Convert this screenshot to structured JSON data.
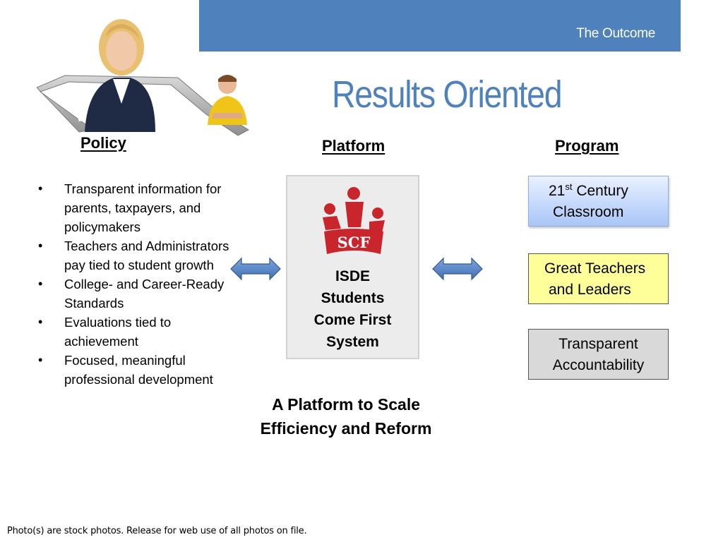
{
  "header": {
    "section_label": "The Outcome",
    "title": "Results Oriented",
    "accent_color": "#4f81bd"
  },
  "policy": {
    "heading": "Policy",
    "items": [
      "Transparent information for parents, taxpayers, and policymakers",
      "Teachers and Administrators pay tied to student growth",
      "College- and Career-Ready Standards",
      "Evaluations tied to achievement",
      "Focused, meaningful professional development"
    ]
  },
  "platform": {
    "heading": "Platform",
    "logo_text": "SCF",
    "box_lines": [
      "ISDE",
      "Students",
      "Come First",
      "System"
    ],
    "tagline_lines": [
      "A Platform to Scale",
      "Efficiency and Reform"
    ],
    "logo_color": "#c9252c"
  },
  "program": {
    "heading": "Program",
    "classroom": {
      "number": "21",
      "suffix": "st",
      "line1_rest": " Century",
      "line2": "Classroom"
    },
    "teachers": {
      "line1": "Great Teachers",
      "line2": "and Leaders"
    },
    "accountability": {
      "line1": "Transparent",
      "line2": "Accountability"
    }
  },
  "icons": {
    "photo": "stock-photo-people-icon",
    "arrows": "double-arrow-icon"
  },
  "footer": {
    "note": "Photo(s) are stock photos. Release for web use of all photos on file."
  }
}
